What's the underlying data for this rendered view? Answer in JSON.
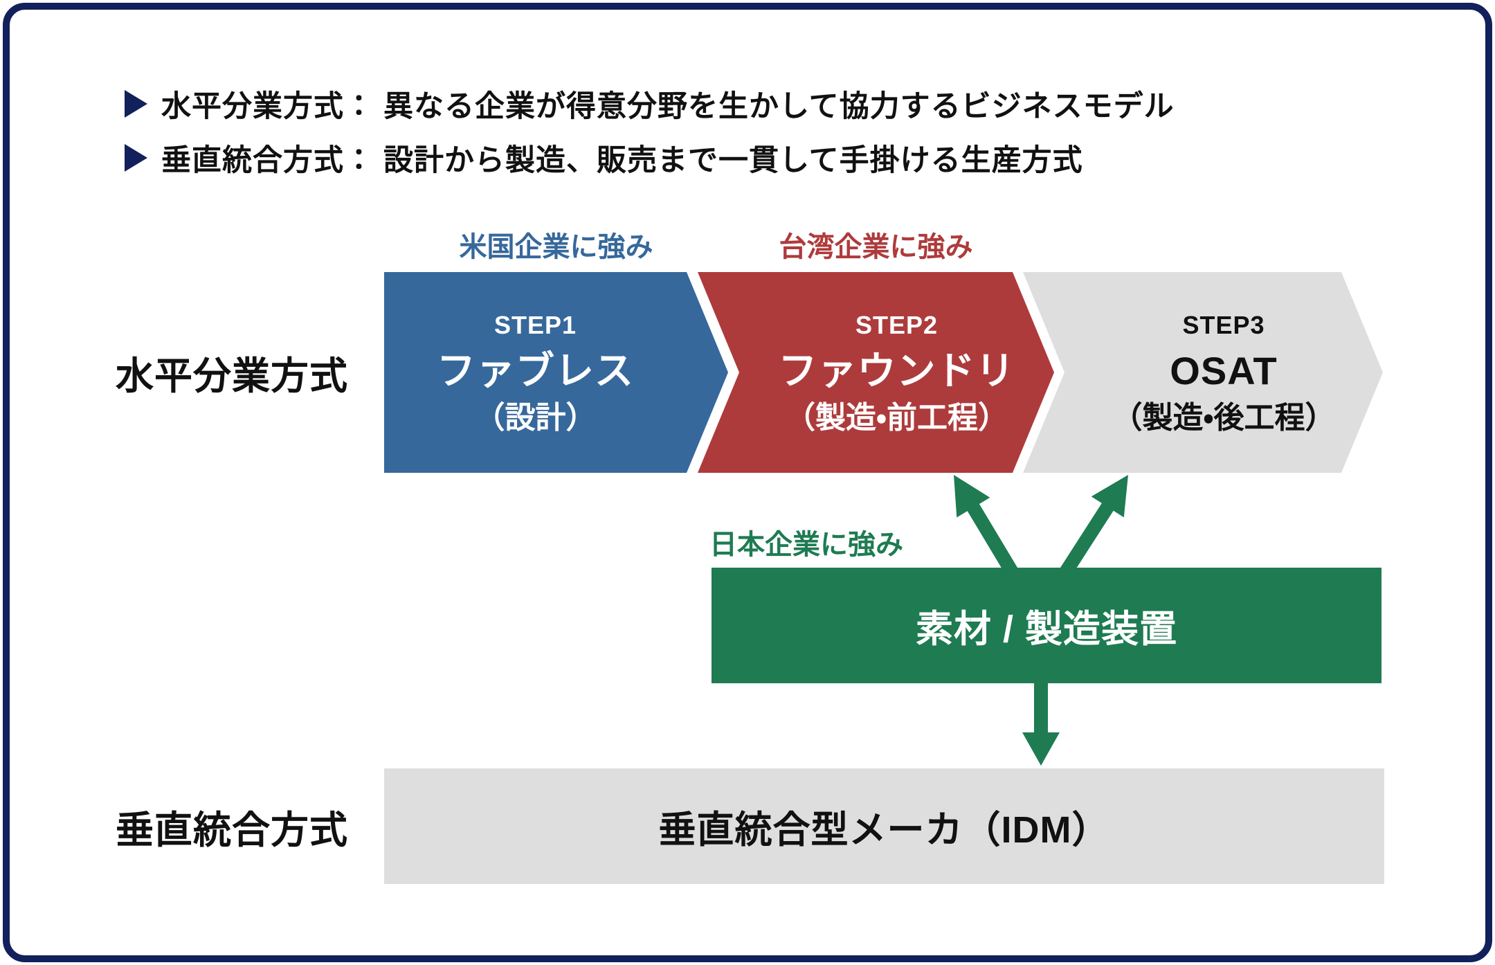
{
  "theme": {
    "navy": "#12205B",
    "blue": "#36689B",
    "red": "#AE3B3C",
    "gray": "#DEDEDE",
    "green": "#1E7B52",
    "ink": "#111111",
    "white": "#FFFFFF"
  },
  "legend": {
    "items": [
      {
        "text": "水平分業方式： 異なる企業が得意分野を生かして協力するビジネスモデル"
      },
      {
        "text": "垂直統合方式： 設計から製造、販売まで一貫して手掛ける生産方式"
      }
    ]
  },
  "rows": {
    "horizontal": {
      "side_label": "水平分業方式"
    },
    "vertical": {
      "side_label": "垂直統合方式"
    }
  },
  "steps": [
    {
      "strength_label": "米国企業に強み",
      "step": "STEP1",
      "title": "ファブレス",
      "subtitle": "（設計）"
    },
    {
      "strength_label": "台湾企業に強み",
      "step": "STEP2",
      "title": "ファウンドリ",
      "subtitle": "（製造・前工程）"
    },
    {
      "step": "STEP3",
      "title": "OSAT",
      "subtitle": "（製造・後工程）"
    }
  ],
  "materials": {
    "strength_label": "日本企業に強み",
    "label": "素材 / 製造装置"
  },
  "idm": {
    "label": "垂直統合型メーカ（IDM）"
  }
}
